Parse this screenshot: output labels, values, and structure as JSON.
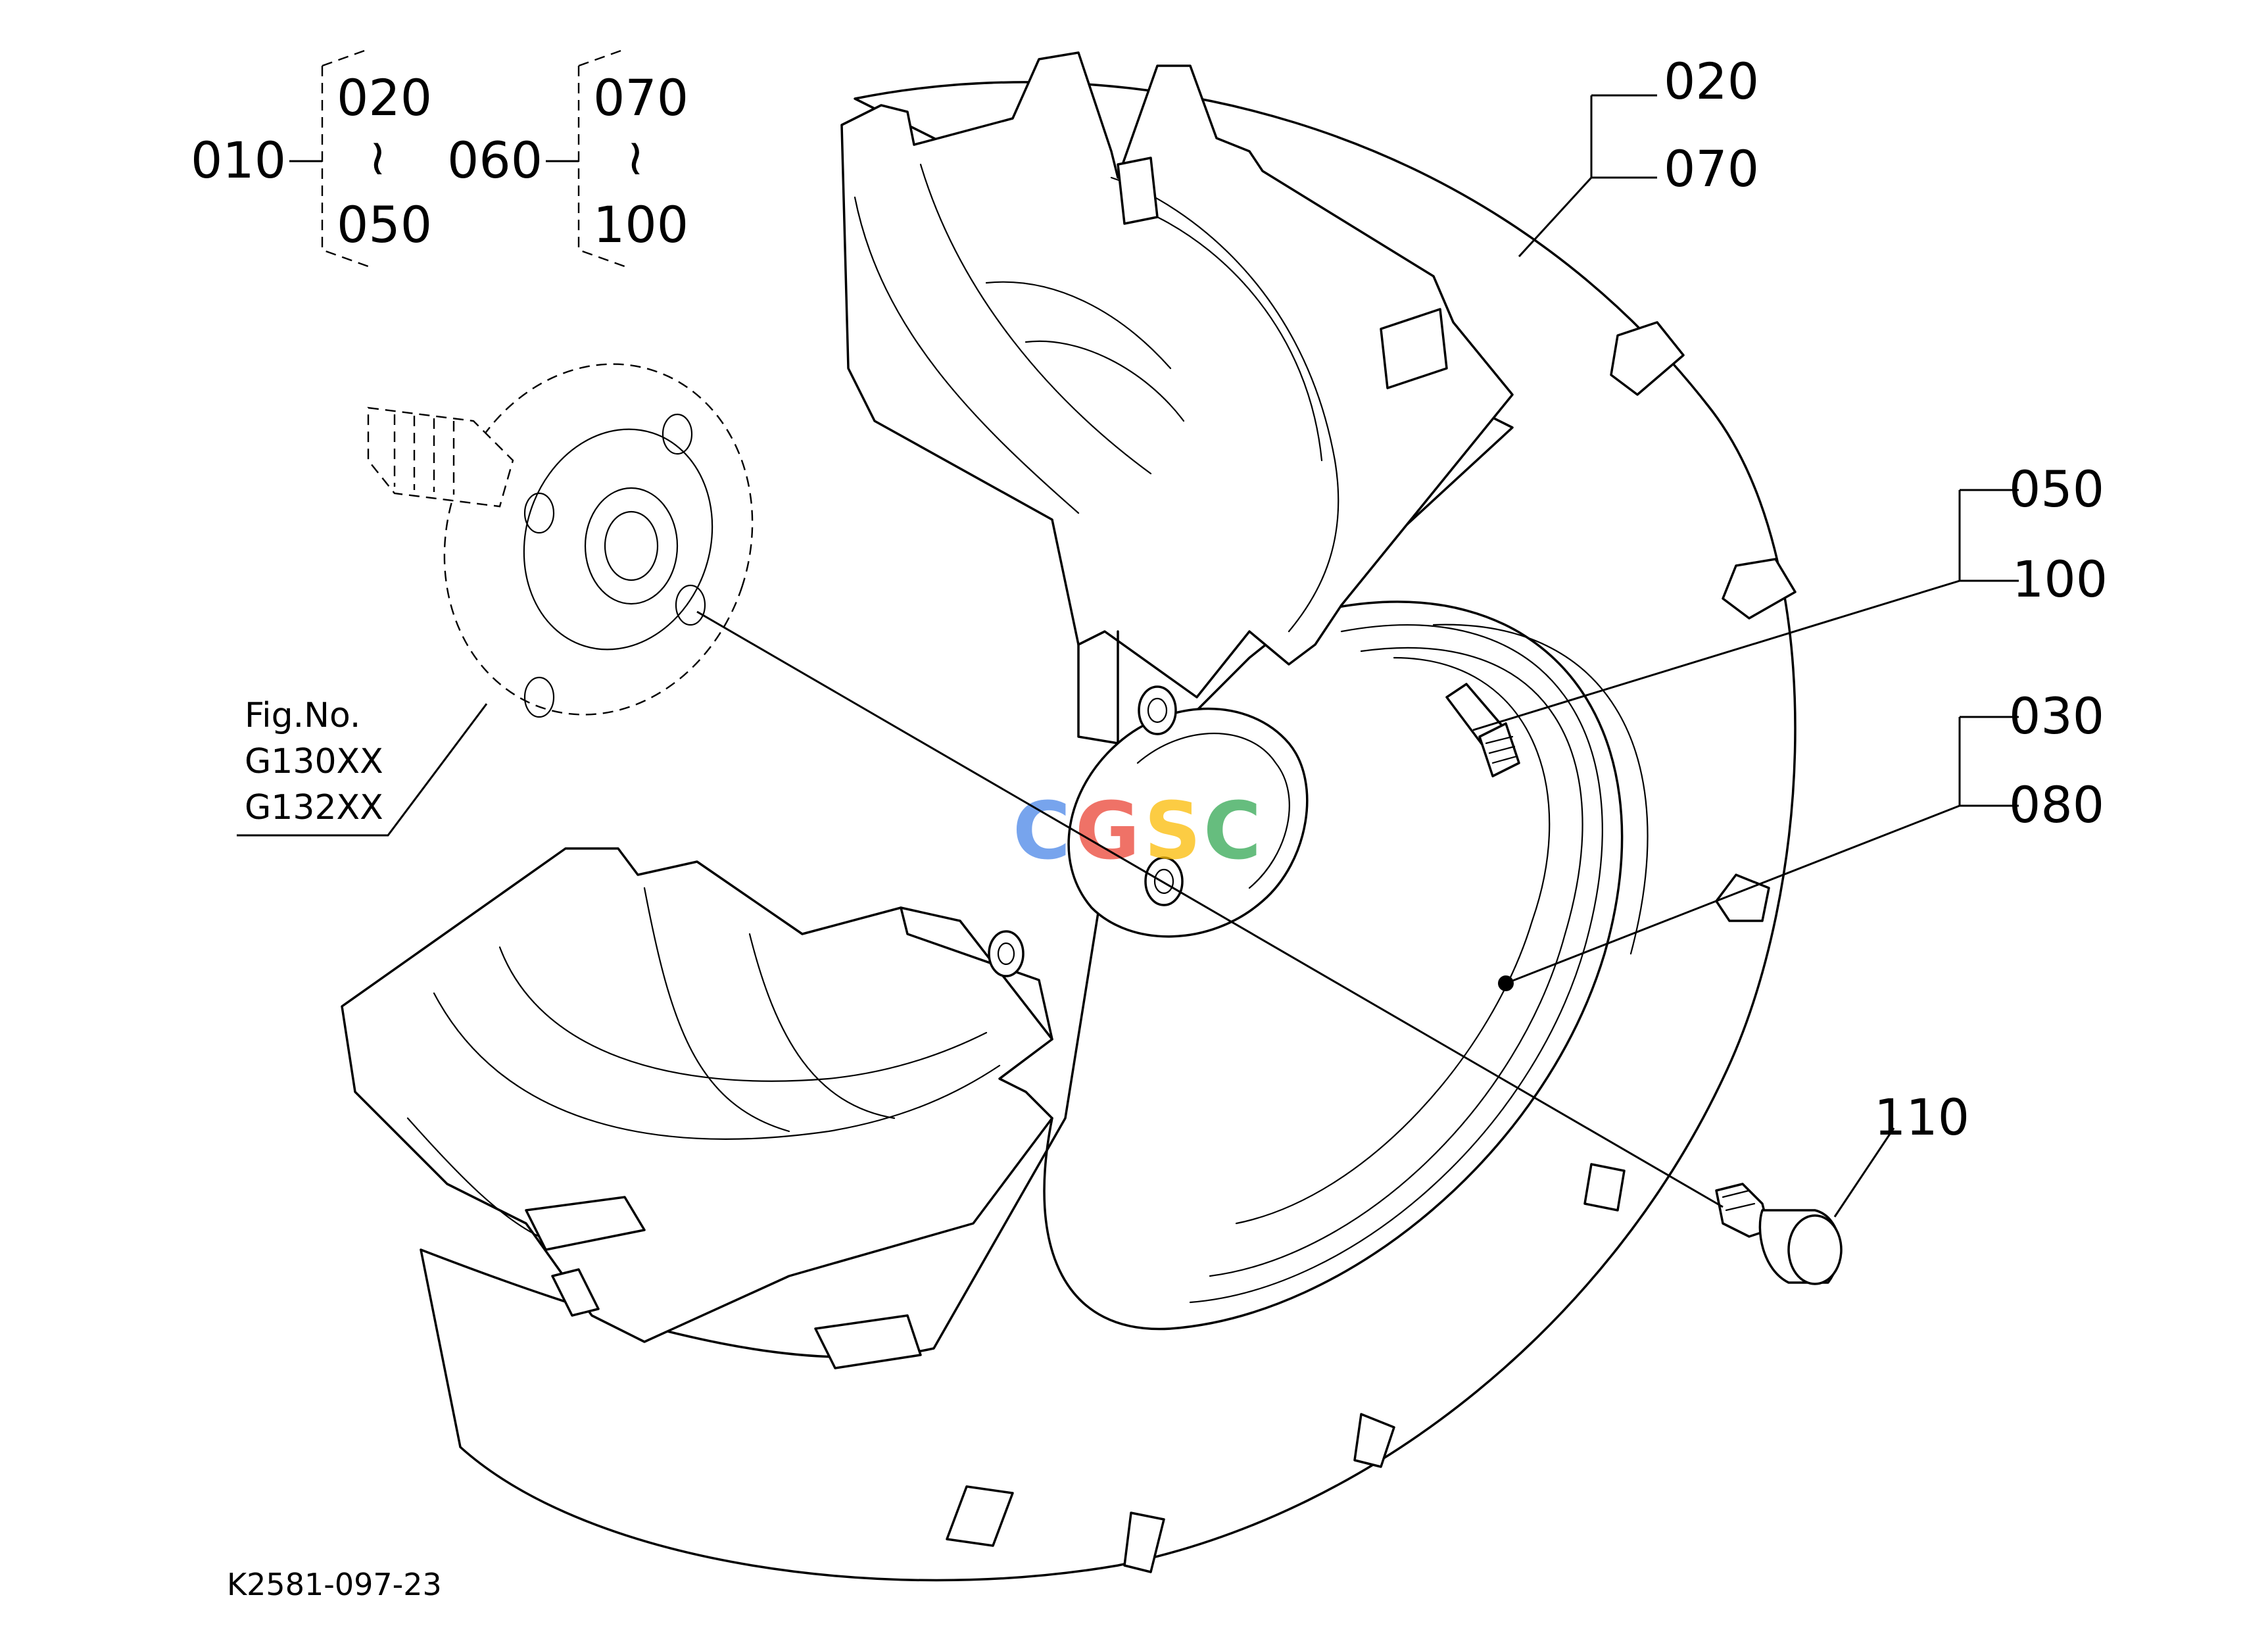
{
  "diagram": {
    "callouts": {
      "group_010": {
        "main": "010",
        "from": "020",
        "tilde": "≀",
        "to": "050"
      },
      "group_060": {
        "main": "060",
        "from": "070",
        "tilde": "≀",
        "to": "100"
      },
      "tire": {
        "upper": "020",
        "lower": "070"
      },
      "valve": {
        "upper": "050",
        "lower": "100"
      },
      "rim": {
        "upper": "030",
        "lower": "080"
      },
      "bolt": {
        "label": "110"
      }
    },
    "figure_reference": {
      "line1": "Fig.No.",
      "line2": "G130XX",
      "line3": "G132XX"
    },
    "drawing_code": "K2581-097-23",
    "watermark": {
      "text": "CGSC",
      "colors": [
        "#4a86e8",
        "#ea4335",
        "#fbbc05",
        "#34a853"
      ]
    }
  }
}
